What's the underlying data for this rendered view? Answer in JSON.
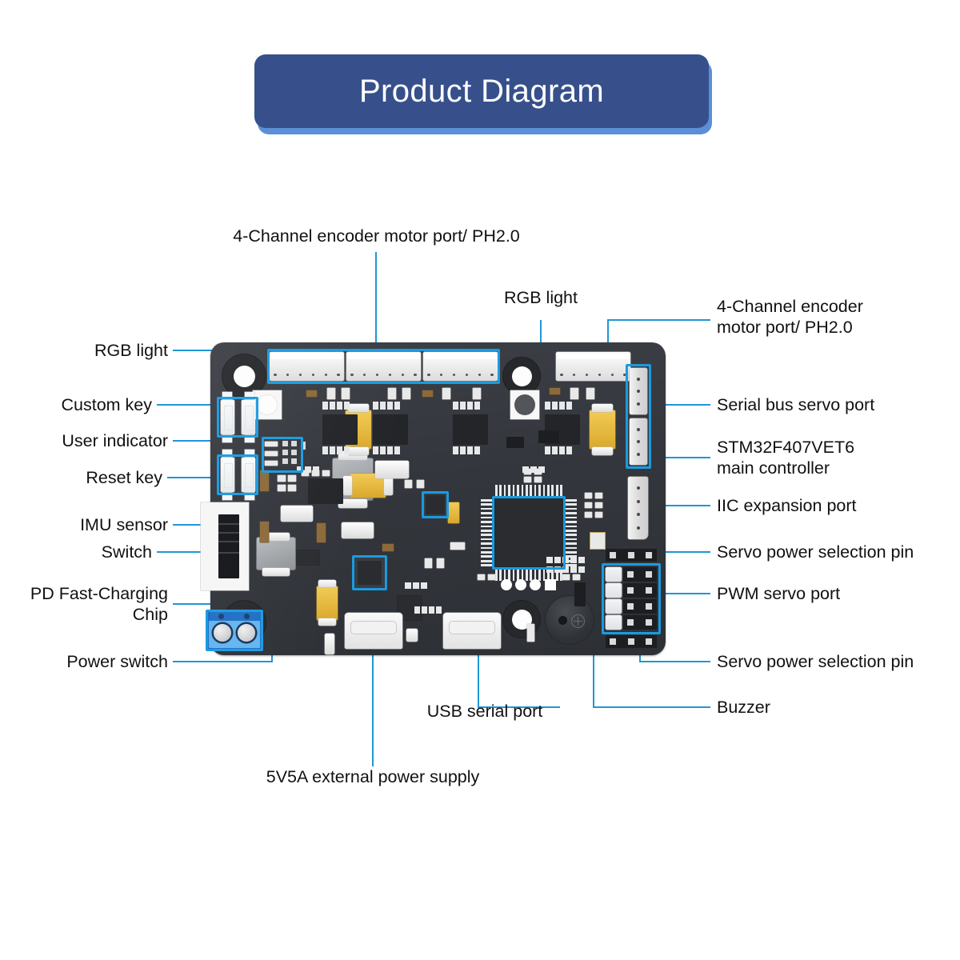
{
  "header": {
    "title": "Product Diagram"
  },
  "labels": {
    "top_motor_port": "4-Channel encoder motor port/ PH2.0",
    "top_rgb": "RGB light",
    "right_motor_port": "4-Channel encoder\nmotor port/ PH2.0",
    "left_rgb": "RGB light",
    "custom_key": "Custom key",
    "user_indicator": "User indicator",
    "reset_key": "Reset key",
    "imu_sensor": "IMU sensor",
    "switch": "Switch",
    "pd_chip": "PD Fast-Charging\nChip",
    "power_switch": "Power switch",
    "serial_bus_servo": "Serial bus servo port",
    "main_controller": "STM32F407VET6\nmain controller",
    "iic_port": "IIC expansion port",
    "servo_power_pin_top": "Servo power selection pin",
    "pwm_servo_port": "PWM servo port",
    "servo_power_pin_bottom": "Servo power selection pin",
    "buzzer": "Buzzer",
    "usb_serial": "USB serial port",
    "external_power": "5V5A external power supply"
  },
  "colors": {
    "banner_bg": "#37508c",
    "banner_shadow": "#5b8fd6",
    "banner_text": "#ffffff",
    "accent_blue": "#1a9ae0",
    "leader_blue": "#2196d6",
    "board_dark": "#33363c",
    "label_text": "#111111",
    "terminal_blue": "#1f6fc4",
    "capacitor_yellow": "#e6b93c"
  },
  "board": {
    "name": "stm32f407vet6-robot-controller-pcb",
    "connectors": [
      "4-channel encoder motor port PH2.0",
      "serial bus servo port",
      "IIC expansion port",
      "PWM servo port",
      "USB-C serial port",
      "5V5A screw terminal"
    ],
    "components": [
      "STM32F407VET6 main controller",
      "IMU sensor",
      "PD fast-charging chip",
      "buzzer",
      "RGB light",
      "custom key",
      "reset key",
      "user indicator",
      "power switch"
    ]
  }
}
